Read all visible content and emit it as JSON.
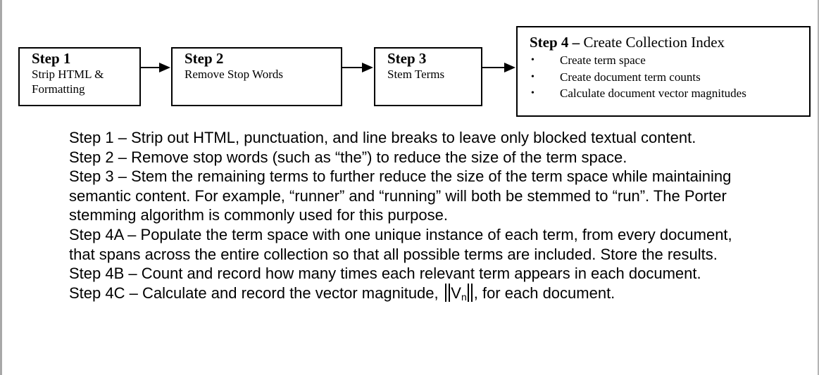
{
  "steps": [
    {
      "title": "Step 1",
      "body": "Strip HTML & Formatting"
    },
    {
      "title": "Step 2",
      "body": "Remove Stop Words"
    },
    {
      "title": "Step 3",
      "body": "Stem Terms"
    }
  ],
  "step4": {
    "title_bold": "Step 4 –",
    "title_rest": " Create Collection  Index",
    "bullet_glyph": "•",
    "items": [
      "Create term space",
      "Create document term counts",
      "Calculate document vector magnitudes"
    ]
  },
  "description": {
    "lines": [
      "Step 1 – Strip out HTML, punctuation, and line breaks to leave only blocked textual content.",
      "Step 2 – Remove stop words (such as “the”) to reduce the size of the term space.",
      "Step 3 – Stem the remaining terms to further reduce the size of the term space while maintaining semantic content.   For example, “runner” and “running” will both be stemmed to “run”.   The Porter stemming algorithm is commonly used for this purpose.",
      "Step 4A – Populate the term space with one unique instance of each term, from every document, that spans across the entire collection so that all possible terms are included.  Store the results.",
      "Step 4B – Count and record how many times each relevant term appears in each document."
    ],
    "last_line_prefix": "Step 4C – Calculate and record the vector magnitude, ",
    "last_line_var": "V",
    "last_line_sub": "n",
    "last_line_suffix": ", for each document."
  }
}
